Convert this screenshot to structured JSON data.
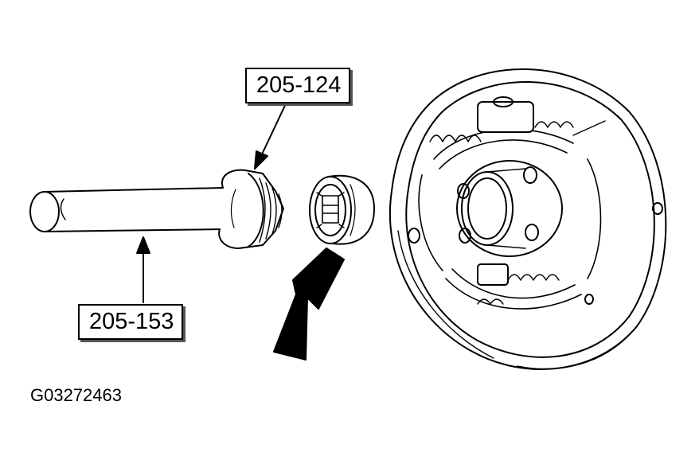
{
  "labels": {
    "tool_upper": "205-124",
    "tool_lower": "205-153"
  },
  "figure_id": "G03272463"
}
